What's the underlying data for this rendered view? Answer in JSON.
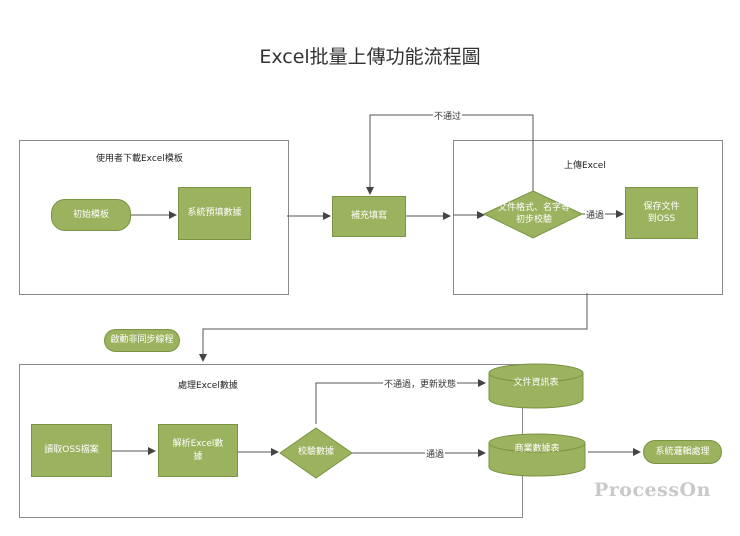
{
  "title": "Excel批量上傳功能流程圖",
  "groups": {
    "download": "使用者下載Excel模板",
    "upload": "上傳Excel",
    "process": "處理Excel數據"
  },
  "nodes": {
    "init_template": "初始模板",
    "system_fill": "系統預填數據",
    "fill_in": "補充填寫",
    "validate_file": "文件格式、名字等初步校驗",
    "save_oss": "保存文件到OSS",
    "trigger_async": "啟動非同步線程",
    "read_oss": "讀取OSS檔案",
    "parse_excel": "解析Excel數據",
    "check_data": "校驗數據",
    "file_info_table": "文件資訊表",
    "business_table": "商業數據表",
    "system_logic": "系統邏輯處理"
  },
  "edges": {
    "fail_back": "不通过",
    "pass_upload": "通過",
    "fail_update": "不通過，更新狀態",
    "pass_process": "通過"
  },
  "watermark": "ProcessOn",
  "colors": {
    "node_fill": "#9bb25e",
    "node_border": "#7a9443",
    "line": "#555555"
  }
}
